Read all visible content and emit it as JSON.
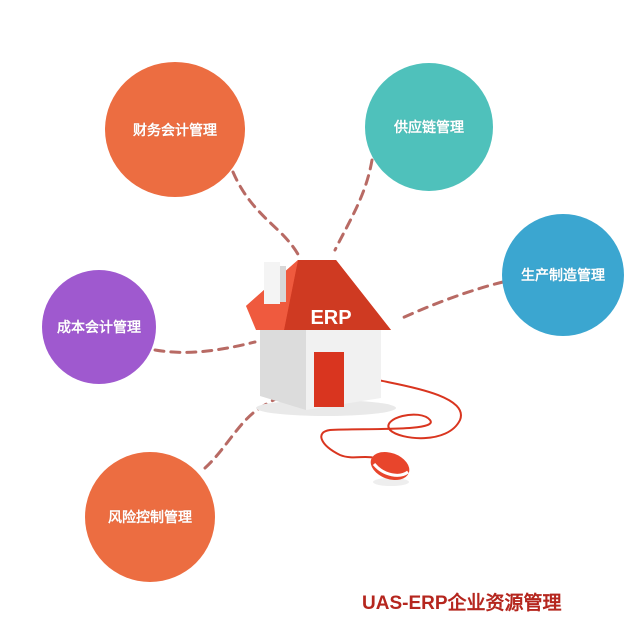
{
  "diagram": {
    "center": {
      "label": "ERP",
      "icon": "house-icon"
    },
    "peripheral": "mouse-icon",
    "nodes": [
      {
        "id": "finance",
        "label": "财务会计管理",
        "color": "#ec6d41"
      },
      {
        "id": "supply",
        "label": "供应链管理",
        "color": "#4fc1bb"
      },
      {
        "id": "production",
        "label": "生产制造管理",
        "color": "#3ba6d0"
      },
      {
        "id": "cost",
        "label": "成本会计管理",
        "color": "#9f59cf"
      },
      {
        "id": "risk",
        "label": "风险控制管理",
        "color": "#ec6d41"
      }
    ],
    "connector_color": "#b86a64"
  },
  "footer": {
    "title": "UAS-ERP企业资源管理"
  },
  "colors": {
    "roof": "#e8452c",
    "roof_dark": "#c8331d",
    "wall": "#eeeeee",
    "door": "#d9351f",
    "title": "#b5261e"
  }
}
